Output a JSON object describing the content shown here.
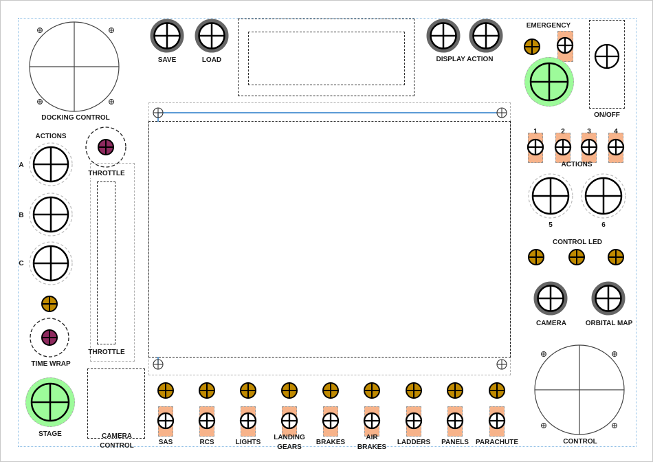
{
  "colors": {
    "led_amber": "#c08a00",
    "led_magenta": "#8e2a5e",
    "toggle_pad": "#f7b38a",
    "stage_green": "#9dfb9a",
    "rail_blue": "#5b9bd5"
  },
  "left": {
    "docking_control_label": "DOCKING CONTROL",
    "actions_title": "ACTIONS",
    "actions": [
      {
        "label": "A"
      },
      {
        "label": "B"
      },
      {
        "label": "C"
      }
    ],
    "throttle_label_top": "THROTTLE",
    "throttle_label_bottom": "THROTTLE",
    "time_wrap_label": "TIME WRAP",
    "stage_label": "STAGE",
    "camera_control_label_1": "CAMERA",
    "camera_control_label_2": "CONTROL"
  },
  "top": {
    "save_label": "SAVE",
    "load_label": "LOAD",
    "display_action_label": "DISPLAY ACTION"
  },
  "right": {
    "emergency_label": "EMERGENCY",
    "on_off_label": "ON/OFF",
    "action_numbers": [
      "1",
      "2",
      "3",
      "4"
    ],
    "actions_title": "ACTIONS",
    "big_actions": [
      "5",
      "6"
    ],
    "control_led_label": "CONTROL LED",
    "camera_label": "CAMERA",
    "orbital_map_label": "ORBITAL MAP",
    "control_label": "CONTROL"
  },
  "bottom": {
    "toggles": [
      {
        "label": "SAS"
      },
      {
        "label": "RCS"
      },
      {
        "label": "LIGHTS"
      },
      {
        "label": "LANDING",
        "label2": "GEARS"
      },
      {
        "label": "BRAKES"
      },
      {
        "label": "AIR",
        "label2": "BRAKES"
      },
      {
        "label": "LADDERS"
      },
      {
        "label": "PANELS"
      },
      {
        "label": "PARACHUTE"
      }
    ]
  }
}
